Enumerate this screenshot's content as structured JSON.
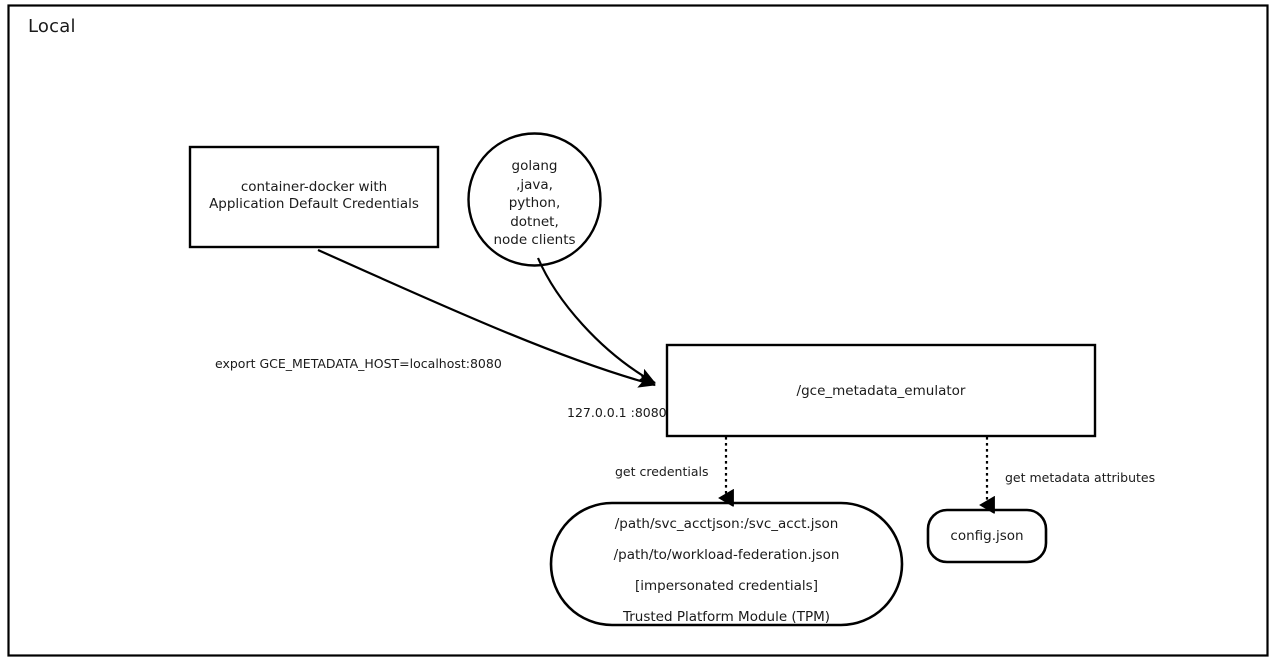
{
  "frame": {
    "title": "Local",
    "border_color": "#000000",
    "background": "#ffffff"
  },
  "nodes": {
    "docker": {
      "label": "container-docker with\nApplication Default Credentials",
      "shape": "rectangle"
    },
    "clients": {
      "label": "golang\n,java,\npython,\ndotnet,\nnode clients",
      "shape": "circle"
    },
    "emulator": {
      "label": "/gce_metadata_emulator",
      "shape": "rectangle"
    },
    "credentials": {
      "label": "/path/svc_acctjson:/svc_acct.json\n/path/to/workload-federation.json\n[impersonated credentials]\nTrusted Platform Module (TPM)",
      "shape": "stadium"
    },
    "config": {
      "label": "config.json",
      "shape": "rounded-rectangle"
    }
  },
  "edges": {
    "docker_to_emulator": {
      "label": "export GCE_METADATA_HOST=localhost:8080",
      "style": "solid-curved-arrow"
    },
    "emulator_endpoint": {
      "label": "127.0.0.1 :8080",
      "style": "endpoint-annotation"
    },
    "clients_to_emulator": {
      "label": "",
      "style": "solid-curved-arrow"
    },
    "emulator_to_credentials": {
      "label": "get credentials",
      "style": "dotted-arrow"
    },
    "emulator_to_config": {
      "label": "get metadata attributes",
      "style": "dotted-arrow"
    }
  },
  "colors": {
    "stroke": "#000000",
    "text": "#1a1a1a",
    "fill": "#ffffff"
  }
}
